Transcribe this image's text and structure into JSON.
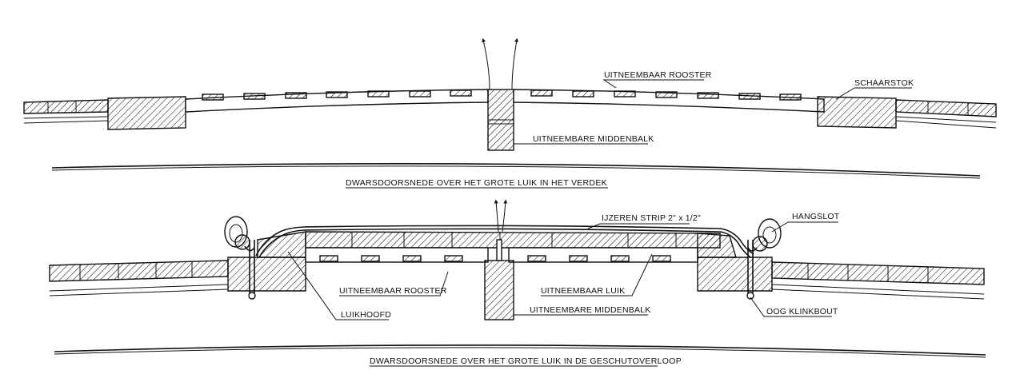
{
  "top_section": {
    "label_roster": "UITNEEMBAAR ROOSTER",
    "label_schaarstok": "SCHAARSTOK",
    "label_middenbalk": "UITNEEMBARE MIDDENBALK",
    "caption": "DWARSDOORSNEDE OVER HET GROTE LUIK IN HET VERDEK"
  },
  "bottom_section": {
    "label_strip": "IJZEREN STRIP 2\" x 1/2\"",
    "label_hangslot": "HANGSLOT",
    "label_roster": "UITNEEMBAAR ROOSTER",
    "label_luik": "UITNEEMBAAR LUIK",
    "label_luikhoofd": "LUIKHOOFD",
    "label_middenbalk": "UITNEEMBARE MIDDENBALK",
    "label_klinkbout": "OOG KLINKBOUT",
    "caption": "DWARSDOORSNEDE OVER HET GROTE LUIK IN DE GESCHUTOVERLOOP"
  }
}
